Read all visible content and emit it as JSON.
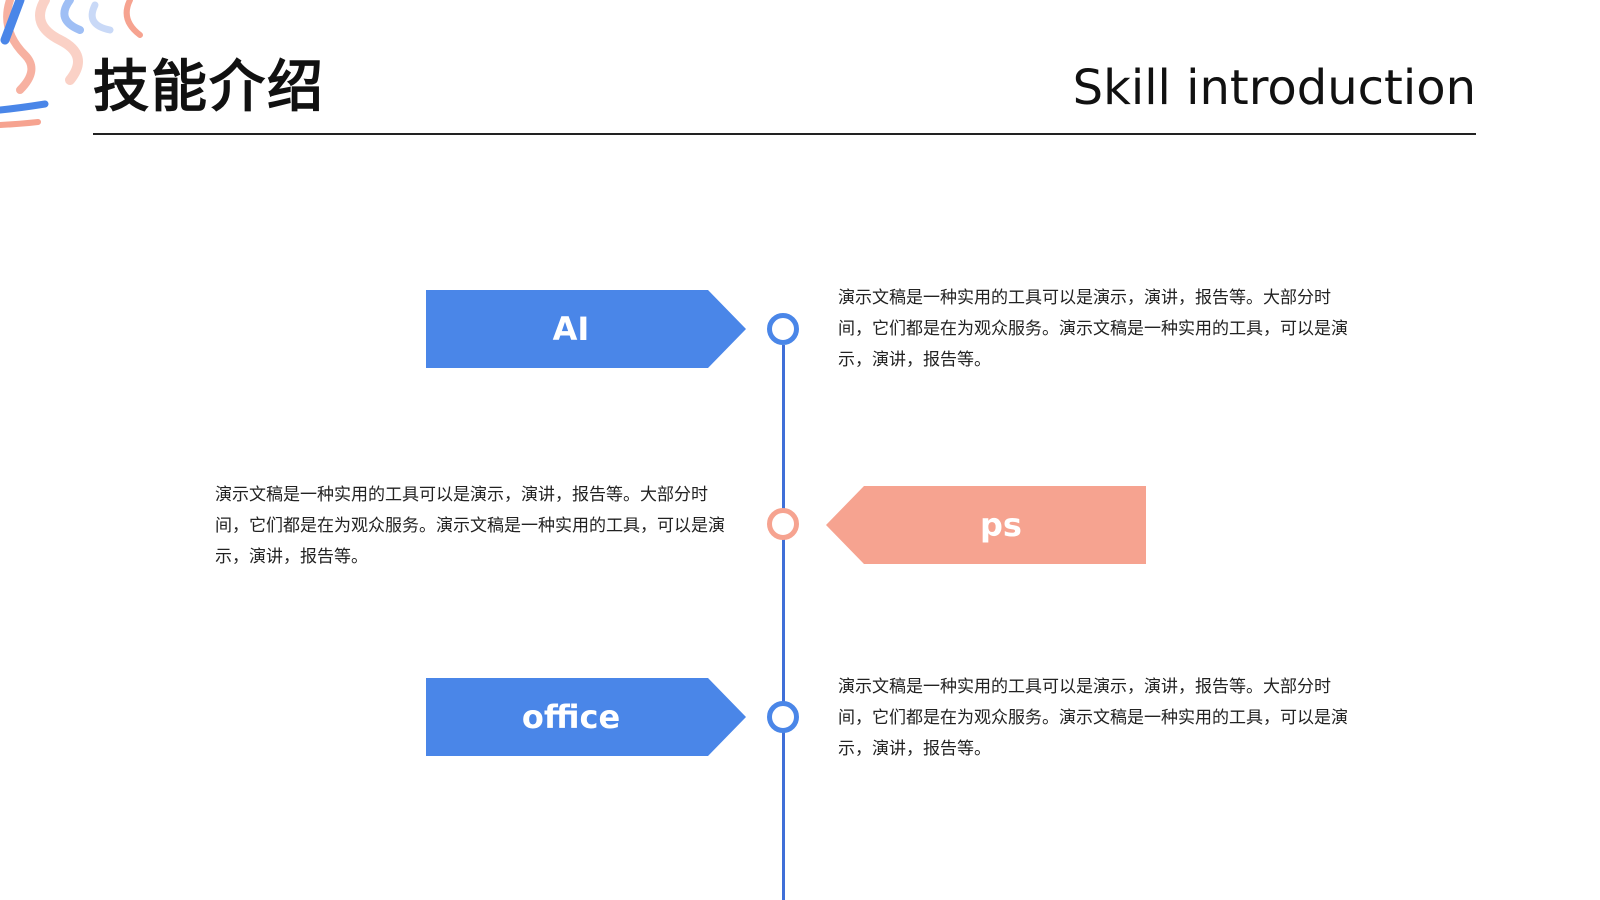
{
  "header": {
    "title_cn": "技能介绍",
    "title_en": "Skill introduction"
  },
  "colors": {
    "blue": "#4a86e8",
    "pink": "#f6a390",
    "timeline": "#3f6fd8"
  },
  "skills": [
    {
      "label": "AI",
      "color": "blue",
      "description": "演示文稿是一种实用的工具可以是演示，演讲，报告等。大部分时间，它们都是在为观众服务。演示文稿是一种实用的工具，可以是演示，演讲，报告等。"
    },
    {
      "label": "ps",
      "color": "pink",
      "description": "演示文稿是一种实用的工具可以是演示，演讲，报告等。大部分时间，它们都是在为观众服务。演示文稿是一种实用的工具，可以是演示，演讲，报告等。"
    },
    {
      "label": "office",
      "color": "blue",
      "description": "演示文稿是一种实用的工具可以是演示，演讲，报告等。大部分时间，它们都是在为观众服务。演示文稿是一种实用的工具，可以是演示，演讲，报告等。"
    }
  ]
}
